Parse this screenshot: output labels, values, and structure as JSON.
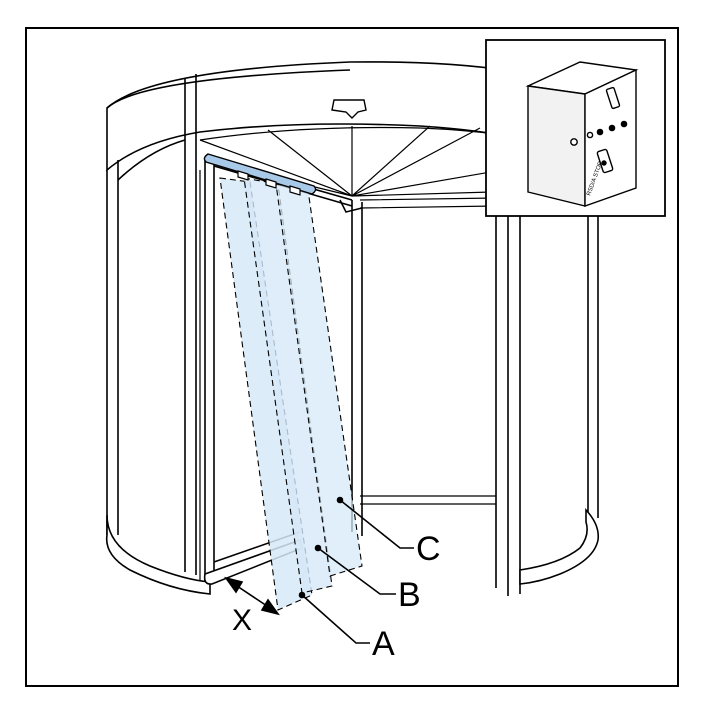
{
  "callouts": {
    "a": "A",
    "b": "B",
    "c": "C",
    "x": "X"
  },
  "inset": {
    "device_text": "RSD/A STOP"
  },
  "colors": {
    "beam_fill": "#d6e9f7",
    "sensor_bar": "#a9c9e8",
    "line": "#000000",
    "background": "#ffffff"
  },
  "icons": {
    "inset_device": "wall-mounted-control-box-icon"
  }
}
